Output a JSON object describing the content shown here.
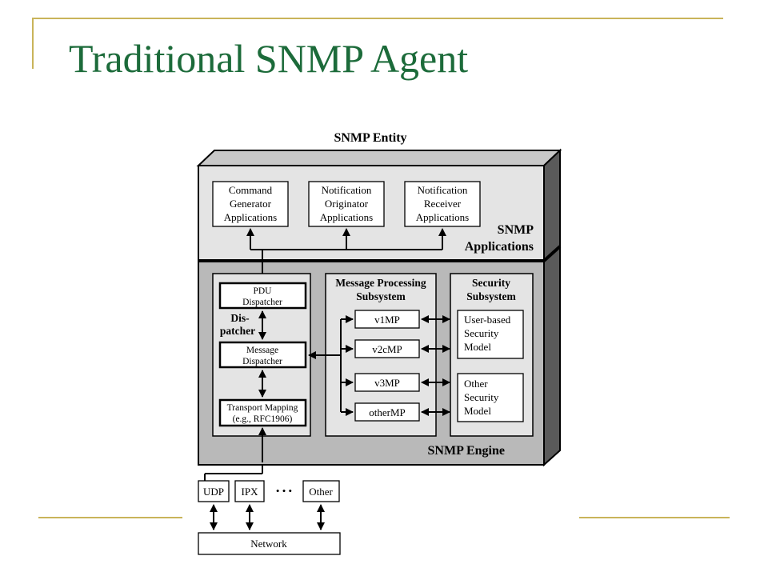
{
  "slide": {
    "title": "Traditional SNMP Agent",
    "accent_color": "#1c6b3a",
    "decoration_color": "#c9b45a"
  },
  "diagram": {
    "entity_label": "SNMP Entity",
    "applications": {
      "label_line1": "SNMP",
      "label_line2": "Applications",
      "boxes": [
        {
          "lines": [
            "Command",
            "Generator",
            "Applications"
          ]
        },
        {
          "lines": [
            "Notification",
            "Originator",
            "Applications"
          ]
        },
        {
          "lines": [
            "Notification",
            "Receiver",
            "Applications"
          ]
        }
      ]
    },
    "engine": {
      "label": "SNMP Engine",
      "dispatcher": {
        "label_line1": "Dis-",
        "label_line2": "patcher",
        "pdu": [
          "PDU",
          "Dispatcher"
        ],
        "message": [
          "Message",
          "Dispatcher"
        ],
        "transport": [
          "Transport Mapping",
          "(e.g., RFC1906)"
        ]
      },
      "message_processing": {
        "title_line1": "Message Processing",
        "title_line2": "Subsystem",
        "models": [
          "v1MP",
          "v2cMP",
          "v3MP",
          "otherMP"
        ]
      },
      "security": {
        "title_line1": "Security",
        "title_line2": "Subsystem",
        "user_based": [
          "User-based",
          "Security",
          "Model"
        ],
        "other": [
          "Other",
          "Security",
          "Model"
        ]
      }
    },
    "transports": {
      "items": [
        "UDP",
        "IPX",
        "Other"
      ],
      "ellipsis": "• • •"
    },
    "network_label": "Network",
    "colors": {
      "applications_fill": "#e4e4e4",
      "engine_fill": "#b9b9b9",
      "top_face": "#c8c8c8",
      "side_face": "#5a5a5a"
    }
  }
}
